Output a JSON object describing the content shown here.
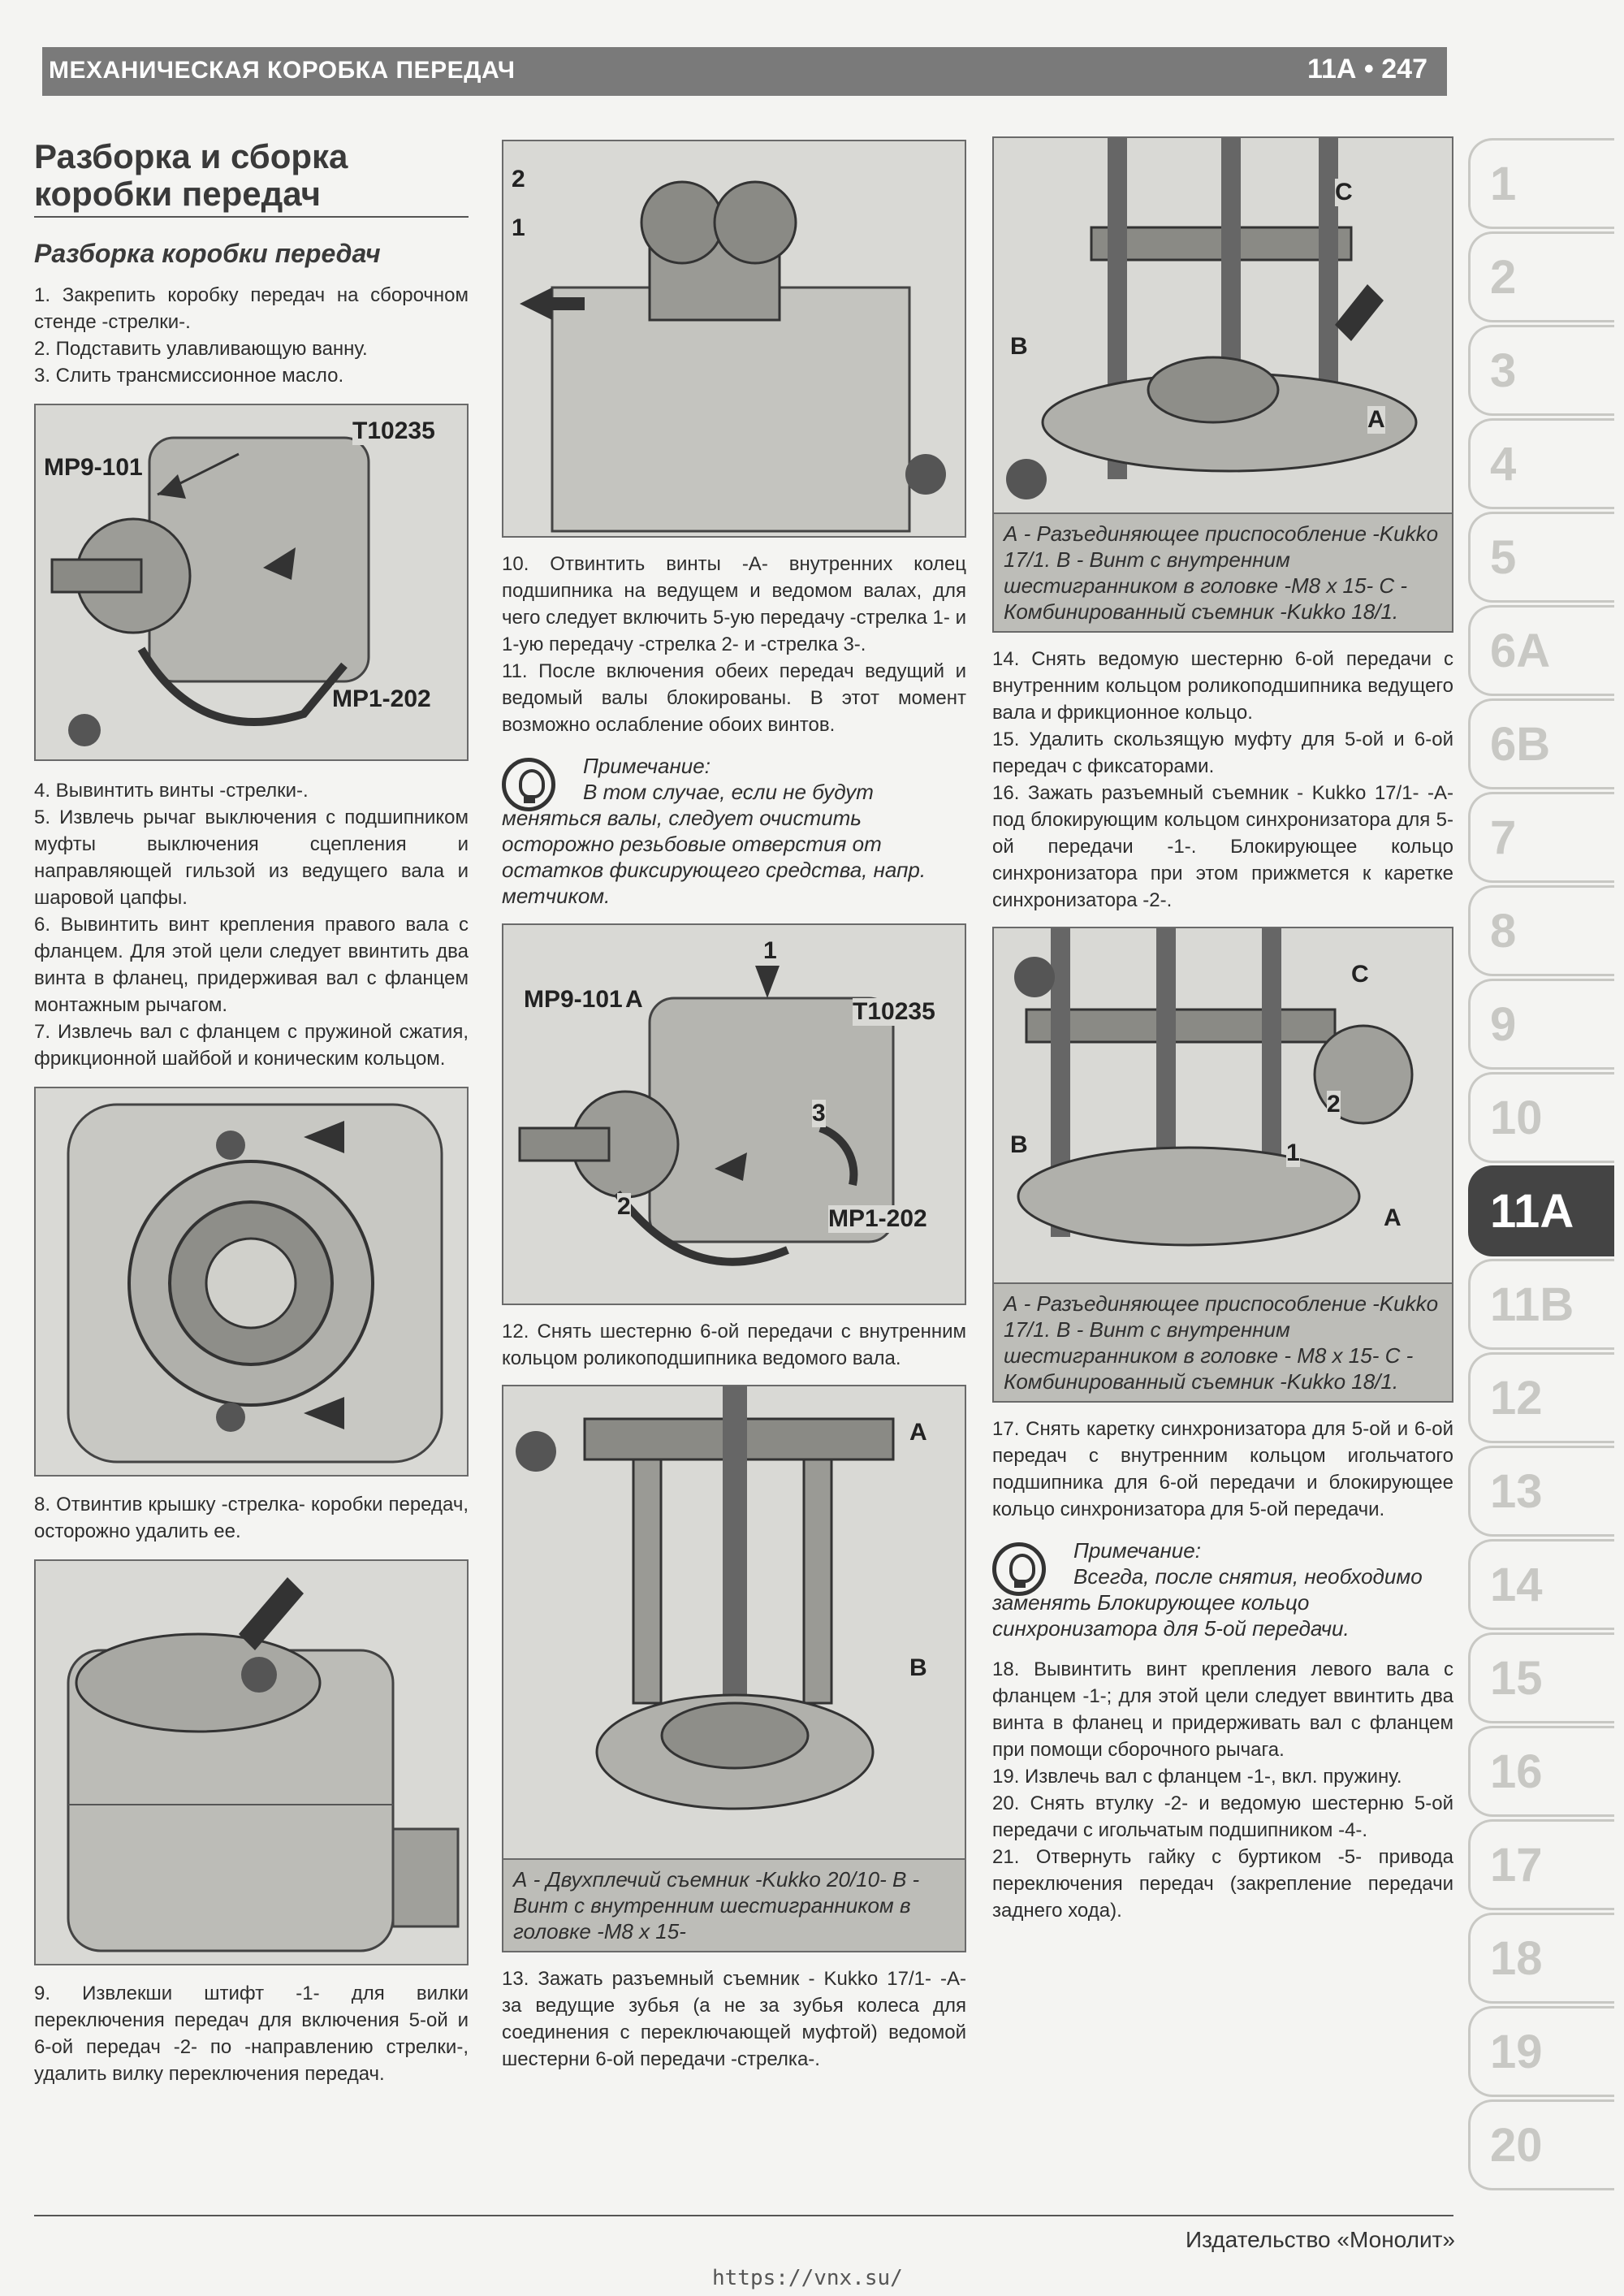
{
  "header": {
    "left": "МЕХАНИЧЕСКАЯ КОРОБКА ПЕРЕДАЧ",
    "right": "11А • 247"
  },
  "title": "Разборка и сборка коробки передач",
  "subtitle": "Разборка коробки передач",
  "steps": {
    "s1": "1. Закрепить коробку передач на сборочном стенде -стрелки-.",
    "s2": "2. Подставить улавливающую ванну.",
    "s3": "3. Слить трансмиссионное масло.",
    "s4": "4. Вывинтить винты -стрелки-.",
    "s5": "5. Извлечь рычаг выключения с подшипником муфты выключения сцепления и направляющей гильзой из ведущего вала и шаровой цапфы.",
    "s6": "6. Вывинтить винт крепления правого вала с фланцем. Для этой цели следует ввинтить два винта в фланец, придерживая вал с фланцем монтажным рычагом.",
    "s7": "7. Извлечь вал с фланцем с пружиной сжатия, фрикционной шайбой и коническим кольцом.",
    "s8": "8. Отвинтив крышку -стрелка- коробки передач, осторожно удалить ее.",
    "s9": "9. Извлекши штифт -1- для вилки переключения передач для включения 5-ой и 6-ой передач -2- по -направлению стрелки-, удалить вилку переключения передач.",
    "s10": "10. Отвинтить винты -А- внутренних колец подшипника на ведущем и ведомом валах, для чего следует включить 5-ую передачу -стрелка 1- и 1-ую передачу -стрелка 2- и -стрелка 3-.",
    "s11": "11. После включения обеих передач ведущий и ведомый валы блокированы. В этот момент возможно ослабление обоих винтов.",
    "s12": "12. Снять шестерню 6-ой передачи с внутренним кольцом роликоподшипника ведомого вала.",
    "s13": "13. Зажать разъемный съемник - Kukko 17/1- -А- за ведущие зубья (а не за зубья колеса для соединения с переключающей муфтой) ведомой шестерни 6-ой передачи -стрелка-.",
    "s14": "14. Снять ведомую шестерню 6-ой передачи с внутренним кольцом роликоподшипника ведущего вала и фрикционное кольцо.",
    "s15": "15. Удалить скользящую муфту для 5-ой и 6-ой передач с фиксаторами.",
    "s16": "16. Зажать разъемный съемник - Kukko 17/1- -А- под блокирующим кольцом синхронизатора для 5-ой передачи -1-. Блокирующее кольцо синхронизатора при этом прижмется к каретке синхронизатора -2-.",
    "s17": "17. Снять каретку синхронизатора для 5-ой и 6-ой передач с внутренним кольцом игольчатого подшипника для 6-ой передачи и блокирующее кольцо синхронизатора для 5-ой передачи.",
    "s18": "18. Вывинтить винт крепления левого вала с фланцем -1-; для этой цели следует ввинтить два винта в фланец и придерживать вал с фланцем при помощи сборочного рычага.",
    "s19": "19. Извлечь вал с фланцем -1-, вкл. пружину.",
    "s20": "20. Снять втулку -2- и ведомую шестерню 5-ой передачи с игольчатым подшипником -4-.",
    "s21": "21. Отвернуть гайку с буртиком -5- привода переключения передач (закрепление передачи заднего хода)."
  },
  "notes": {
    "n1_head": "Примечание:",
    "n1_text": "В том случае, если не будут меняться валы, следует очистить осторожно резьбовые отверстия от остатков фиксирующего средства, напр. метчиком.",
    "n2_head": "Примечание:",
    "n2_text": "Всегда, после снятия, необходимо заменять Блокирующее кольцо синхронизатора для 5-ой передачи."
  },
  "captions": {
    "c1": "А - Разъединяющее приспособление -Kukko 17/1. В - Винт с внутренним шестигранником в головке -М8 х 15- С - Комбинированный съемник -Kukko 18/1.",
    "c2": "А - Разъединяющее приспособление -Kukko 17/1. В - Винт с внутренним шестигранником в головке - М8 х 15- С - Комбинированный съемник -Kukko 18/1.",
    "c3": "А - Двухплечий съемник -Kukko 20/10- В - Винт с внутренним шестигранником в головке -М8 х 15-"
  },
  "figure_labels": {
    "mp9": "MP9-101",
    "t10235": "T10235",
    "mp1": "MP1-202",
    "l1": "1",
    "l2": "2",
    "l3": "3",
    "la": "A",
    "lb": "B",
    "lc": "C"
  },
  "tabs": [
    "1",
    "2",
    "3",
    "4",
    "5",
    "6A",
    "6B",
    "7",
    "8",
    "9",
    "10",
    "11A",
    "11B",
    "12",
    "13",
    "14",
    "15",
    "16",
    "17",
    "18",
    "19",
    "20"
  ],
  "active_tab": "11A",
  "footer": {
    "publisher": "Издательство «Монолит»",
    "url": "https://vnx.su/"
  }
}
